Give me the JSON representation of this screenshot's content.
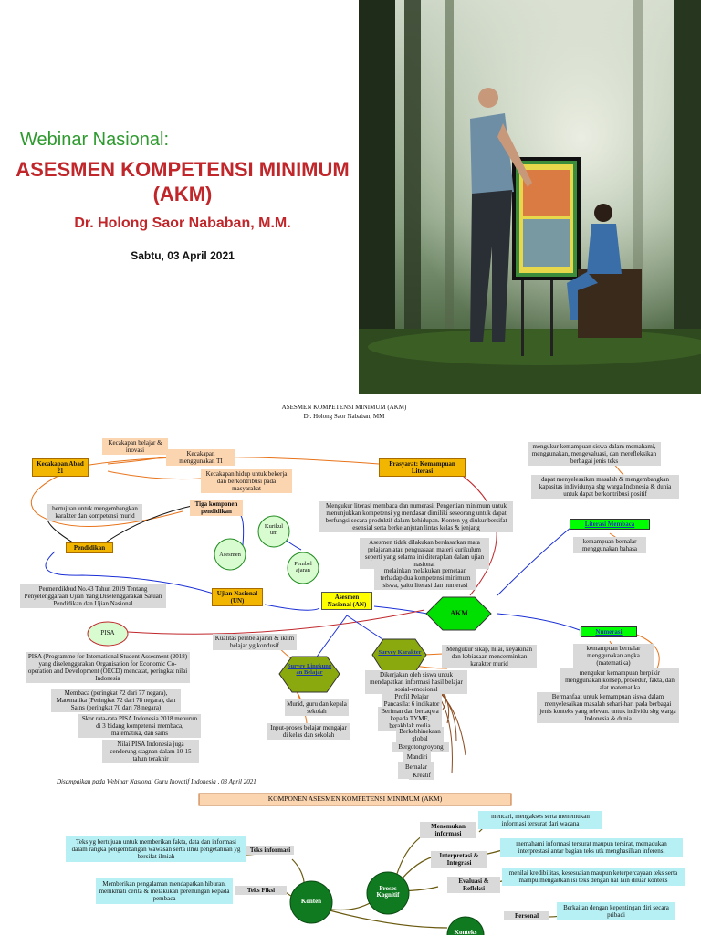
{
  "slide": {
    "subtitle": "Webinar Nasional:",
    "title": "ASESMEN KOMPETENSI MINIMUM (AKM)",
    "author": "Dr. Holong Saor Nababan, M.M.",
    "date": "Sabtu, 03 April 2021"
  },
  "map1": {
    "header_title": "ASESMEN KOMPETENSI MINIMUM (AKM)",
    "header_author": "Dr. Holong Saor Nababan, MM",
    "kecakapan_abad": "Kecakapan Abad 21",
    "kecakapan_belajar": "Kecakapan belajar & inovasi",
    "kecakapan_ti": "Kecakapan menggunakan TI",
    "kecakapan_hidup": "Kecakapan hidup untuk bekerja dan berkontribusi pada masyarakat",
    "prasyarat": "Prasyarat: Kemampuan Literasi",
    "bertujuan": "bertujuan untuk mengembangkan karakter dan kompetensi murid",
    "tiga_komponen": "Tiga komponen pendidikan",
    "pendidikan": "Pendidikan",
    "kurikulum": "Kurikul um",
    "asesmen": "Asesmen",
    "pembelajaran": "Pembel ajaran",
    "permendikbud": "Permendikbud No.43 Tahun 2019 Tentang Penyelenggaraan Ujian Yang Diselenggarakan Satuan Pendidikan dan Ujian Nasional",
    "ujian_nasional": "Ujian Nasional (UN)",
    "asesmen_nasional": "Asesmen Nasional (AN)",
    "mengukur_literasi": "Mengukur literasi membaca dan numerasi. Pengertian minimum untuk menunjukkan kompetensi yg mendasar dimiliki seseorang untuk dapat berfungsi secara produktif dalam kehidupan. Konten yg diukur bersifat esensial serta berkelanjutan lintas kelas & jenjang",
    "asesmen_tidak": "Asesmen tidak dilakukan berdasarkan mata pelajaran atau penguasaan materi kurikulum seperti yang selama ini diterapkan dalam ujian nasional",
    "melainkan": "melainkan melakukan pemetaan terhadap dua kompetensi minimum siswa, yaitu literasi dan numerasi",
    "akm": "AKM",
    "pisa": "PISA",
    "pisa_desc": "PISA (Programme for International Student Assesment (2018) yang diselenggarakan Organisation for Economic Co-operation and Development (OECD) mencatat, peringkat nilai Indonesia",
    "pisa_rank": "Membaca (peringkat 72 dari 77 negara), Matematika (Peringkat 72 dari 78 negara), dan Sains (peringkat 70 dari 78 negara)",
    "pisa_skor": "Skor rata-rata PISA Indonesia 2018 menurun di 3 bidang kompetensi membaca, matematika, dan sains",
    "pisa_nilai": "Nilai PISA Indonesia juga cenderung stagnan dalam 10-15 tahun terakhir",
    "kualitas": "Kualitas pembelajaran & iklim belajar yg kondusif",
    "survey_lingkungan": "Survey Lingkung an Belajar",
    "murid_guru": "Murid, guru dan kepala sekolah",
    "input_proses": "Input-proses belajar mengajar di kelas dan sekolah",
    "survey_karakter": "Survey Karakter",
    "mengukur_sikap": "Mengukur sikap, nilai, keyakinan dan kebiasaan mencerminkan karakter murid",
    "dikerjakan": "Dikerjakan oleh siswa untuk mendapatkan informasi hasil belajar sosial-emosional",
    "profil_pelajar": "Profil Pelajar Pancasila: 6 indikator",
    "beriman": "Beriman dan bertaqwa kepada TYME, berakhlak mulia",
    "berkebhinekaan": "Berkebhinekaan global",
    "gotong_royong": "Bergotongroyong",
    "mandiri": "Mandiri",
    "bernalar_kritis": "Bernalar kritis",
    "kreatif": "Kreatif",
    "mengukur_kemampuan_siswa": "mengukur kemampuan siswa dalam memahami, menggunakan, mengevaluasi, dan merefleksikan berbagai jenis teks",
    "dapat_menyelesaikan": "dapat menyelesaikan masalah & mengembangkan kapasitas individunya sbg warga Indonesia & dunia untuk dapat berkontribusi positif",
    "literasi_membaca": "Literasi Membaca",
    "kemampuan_bernalar_bahasa": "kemampuan bernalar menggunakan bahasa",
    "numerasi": "Numerasi",
    "kemampuan_angka": "kemampuan bernalar menggunakan angka (matematika)",
    "mengukur_konsep": "mengukur kemampuan berpikir menggunakan konsep, prosedur, fakta, dan alat matematika",
    "bermanfaat": "Bermanfaat untuk kemampuan siswa dalam menyelesaikan masalah sehari-hari pada berbagai jenis konteks yang relevan. untuk individu sbg warga Indonesia & dunia",
    "footer": "Disampaikan pada Webinar Nasional Guru Inovatif Indonesia , 03 April 2021"
  },
  "map2": {
    "header": "KOMPONEN ASESMEN KOMPETENSI MINIMUM (AKM)",
    "teks_fakta": "Teks yg bertujuan untuk memberikan fakta, data dan informasi dalam rangka pengembangan wawasan serta ilmu pengetahuan yg bersifat ilmiah",
    "teks_informasi": "Teks informasi",
    "memberikan_hiburan": "Memberikan pengalaman mendapatkan hiburan, menikmati cerita & melakukan perenungan kepada pembaca",
    "teks_fiksi": "Teks Fiksi",
    "konten": "Konten",
    "proses_kognitif": "Proses Kognitif",
    "menemukan_informasi": "Menemukan informasi",
    "mencari": "mencari, mengakses serta menemukan informasi tersurat dari wacana",
    "interpretasi": "Interpretasi & Integrasi",
    "memahami_informasi": "memahami informasi tersurat maupun tersirat, memadukan interprestasi antar bagian teks utk menghasilkan inferensi",
    "evaluasi": "Evaluasi & Refleksi",
    "menilai": "menilai kredibilitas, kesesuaian maupun keterpercayaan teks serta mampu mengaitkan isi teks dengan hal lain diluar konteks",
    "personal": "Personal",
    "berkaitan": "Berkaitan dengan kepentingan diri secara pribadi",
    "konteks": "Konteks"
  },
  "colors": {
    "title_green": "#2e9a2e",
    "title_red": "#c0262a",
    "node_orange": "#f2b600",
    "node_yellow": "#ffff00",
    "node_green": "#00ff00",
    "node_olive": "#6a8f0b",
    "box_grey": "#d9d9d9",
    "box_cyan": "#b6f0f4"
  }
}
